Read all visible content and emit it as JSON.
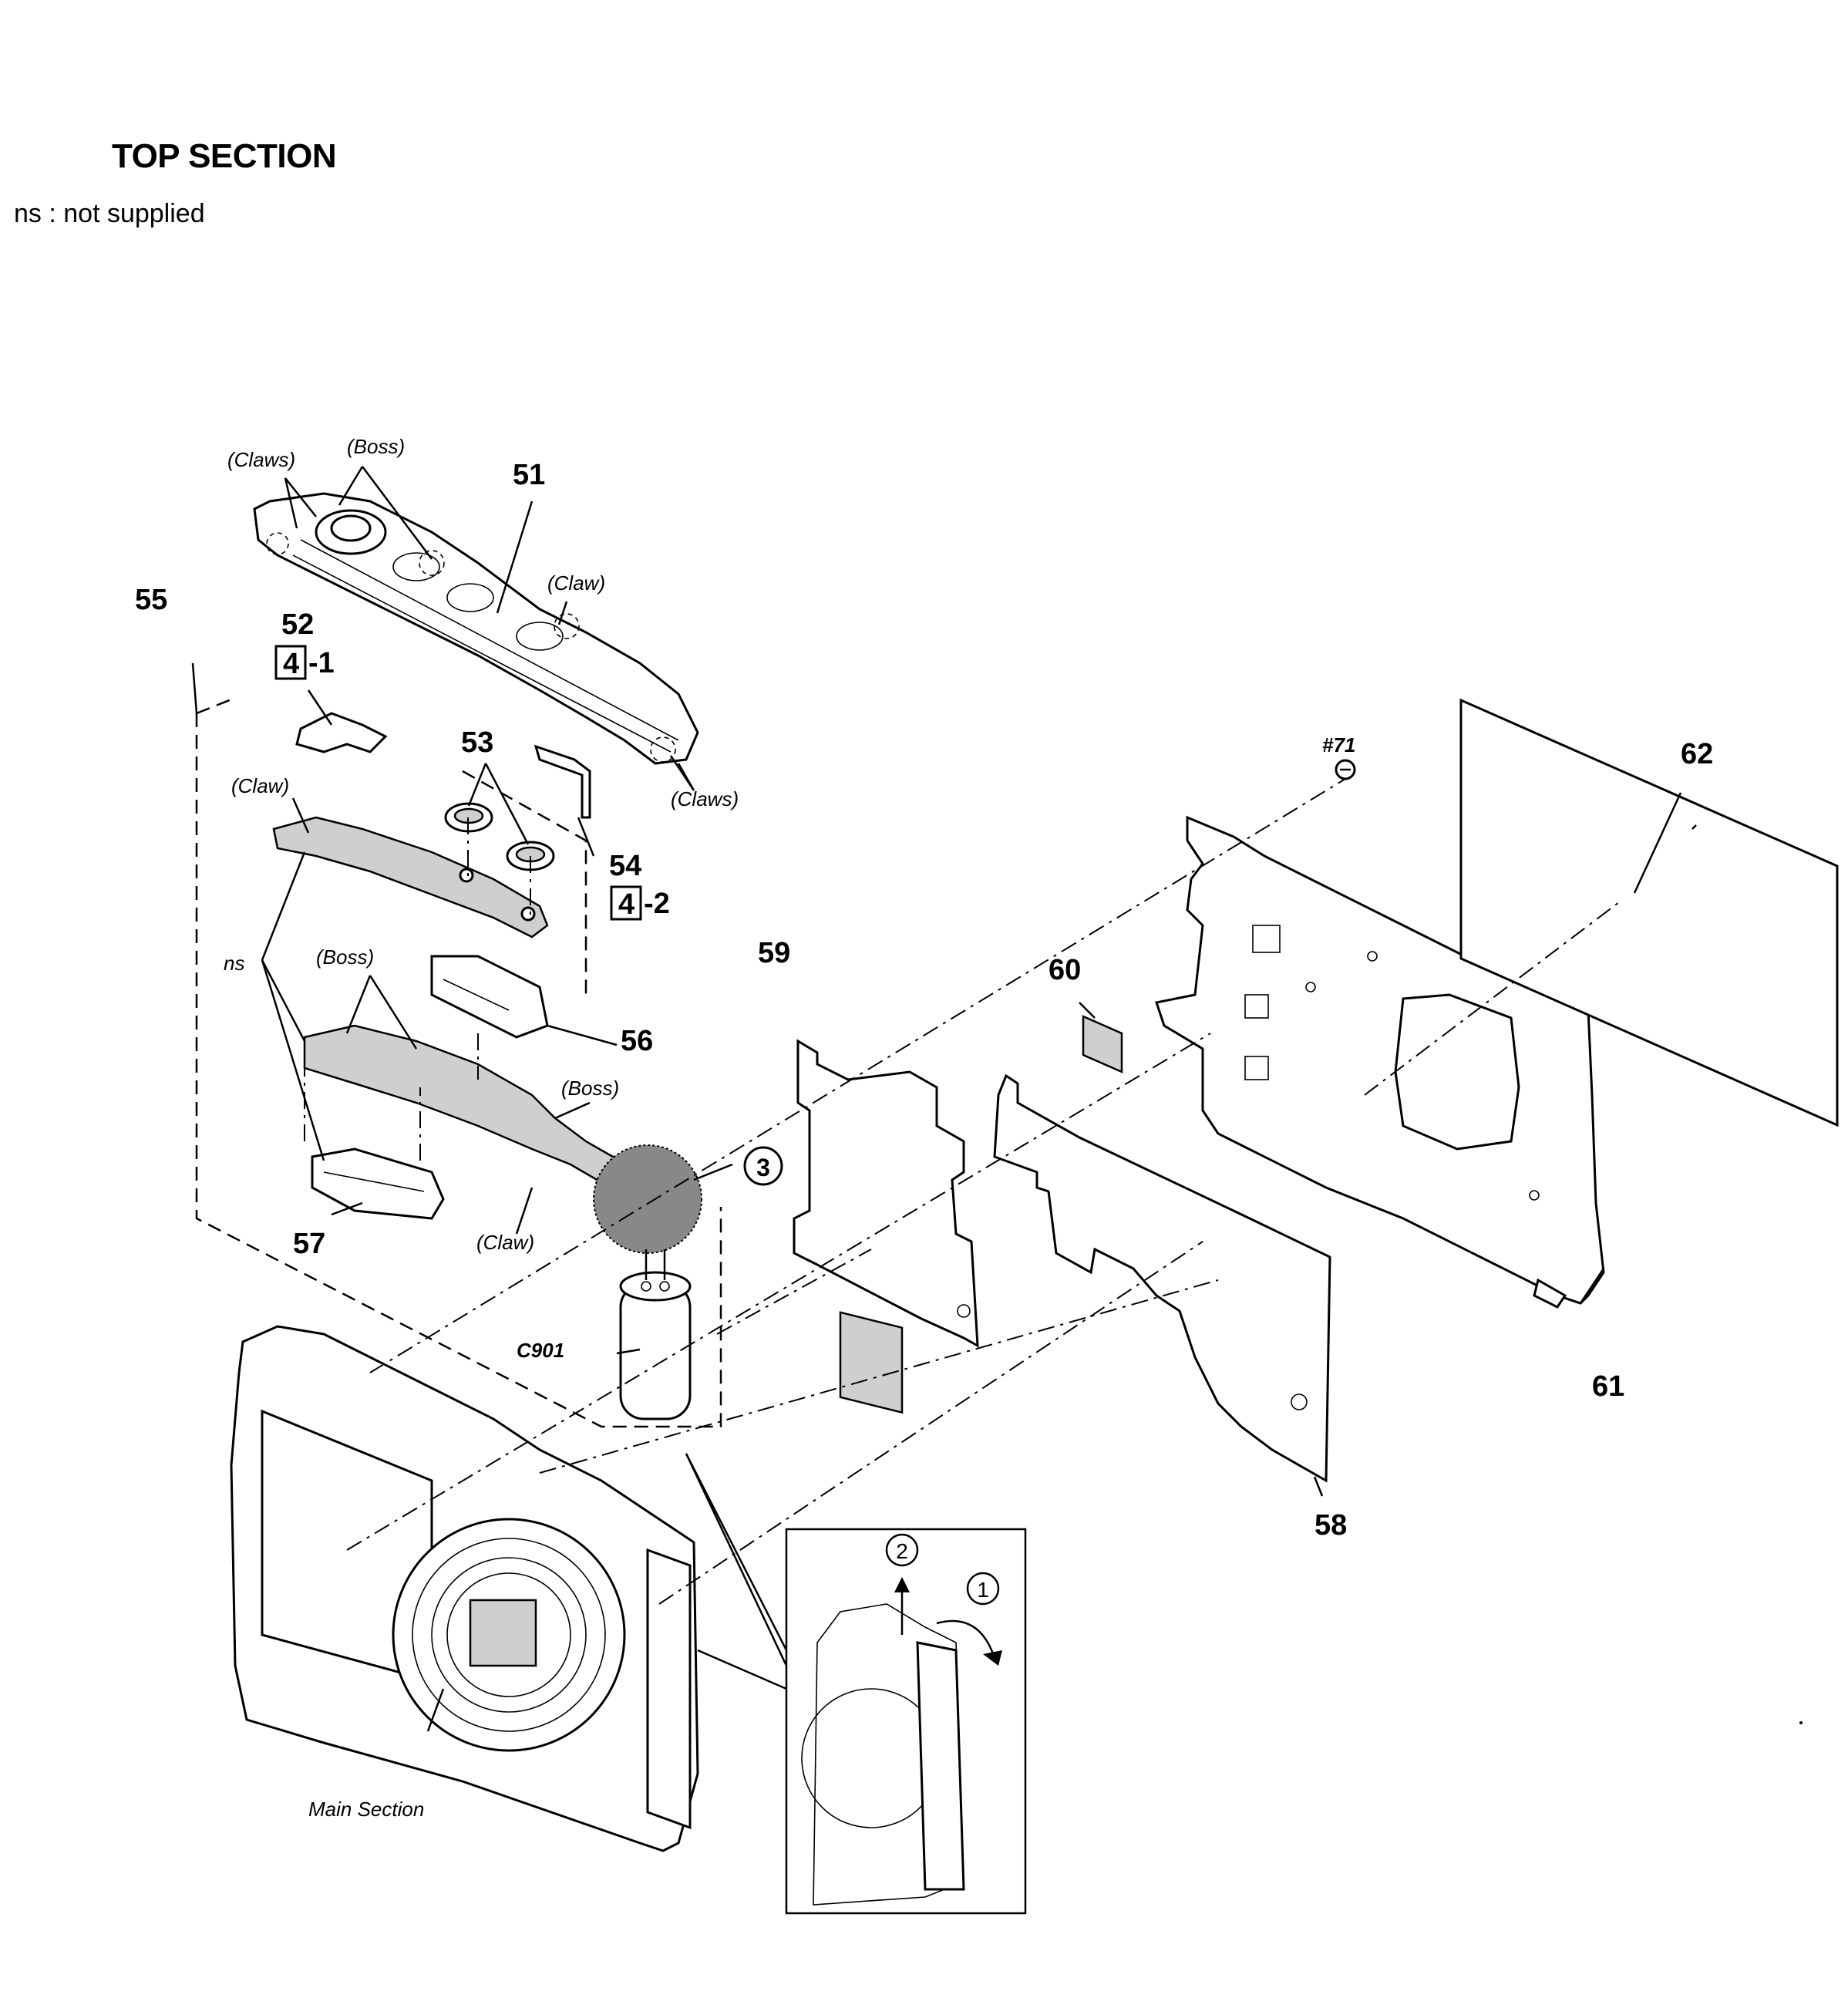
{
  "header": {
    "title": "TOP SECTION",
    "legend": "ns : not supplied"
  },
  "diagram": {
    "part_numbers": {
      "p51": "51",
      "p52": "52",
      "p53": "53",
      "p54": "54",
      "p55": "55",
      "p56": "56",
      "p57": "57",
      "p58": "58",
      "p59": "59",
      "p60": "60",
      "p61": "61",
      "p62": "62",
      "screw71": "#71",
      "c901": "C901"
    },
    "ref_boxes": {
      "r1": {
        "num": "4",
        "suffix": "-1"
      },
      "r2": {
        "num": "4",
        "suffix": "-2"
      }
    },
    "notes": {
      "claws_top": "(Claws)",
      "boss_top": "(Boss)",
      "claw_right": "(Claw)",
      "claws_right": "(Claws)",
      "claw_left": "(Claw)",
      "boss_mid": "(Boss)",
      "boss_right": "(Boss)",
      "claw_bottom": "(Claw)",
      "ns": "ns",
      "main_section": "Main Section"
    },
    "circled": {
      "three": "3",
      "step1": "1",
      "step2": "2"
    }
  }
}
